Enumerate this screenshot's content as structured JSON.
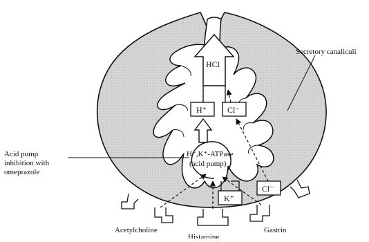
{
  "labels": {
    "hcl": "HCl",
    "h_plus": "H⁺",
    "cl_minus_inner": "Cl⁻",
    "cl_minus_outer": "Cl⁻",
    "k_plus": "K⁺",
    "atpase": "H⁺,K⁺-ATPase",
    "acid_pump": "(acid pump)",
    "secretory_canaliculi": "Secretory canaliculi",
    "inhibition_line1": "Acid pump",
    "inhibition_line2": "inhibition with",
    "inhibition_line3": "omeprazole",
    "acetylcholine": "Acetylcholine",
    "histamine": "Histamine",
    "gastrin": "Gastrin"
  }
}
